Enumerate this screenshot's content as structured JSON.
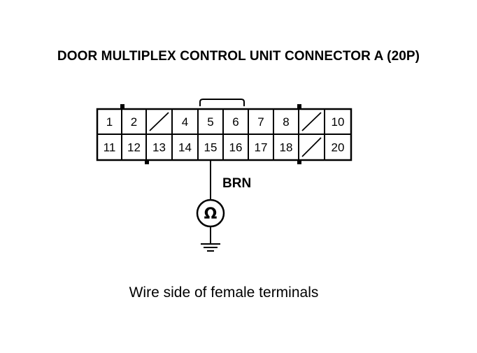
{
  "title": "DOOR MULTIPLEX CONTROL UNIT CONNECTOR A (20P)",
  "caption": "Wire side of female terminals",
  "wire_color_label": "BRN",
  "meter_symbol": "Ω",
  "connector": {
    "rows": [
      [
        "1",
        "2",
        "",
        "4",
        "5",
        "6",
        "7",
        "8",
        "",
        "10"
      ],
      [
        "11",
        "12",
        "13",
        "14",
        "15",
        "16",
        "17",
        "18",
        "",
        "20"
      ]
    ],
    "probed_terminal": "15"
  }
}
